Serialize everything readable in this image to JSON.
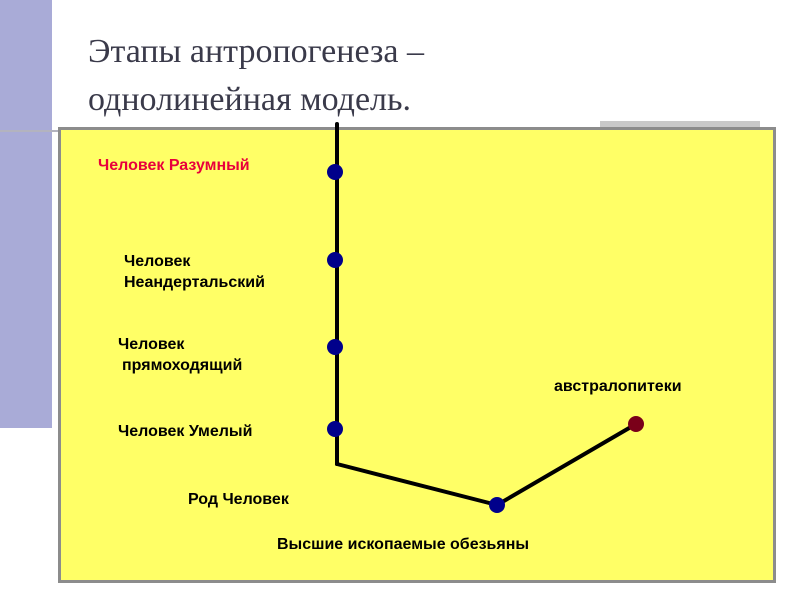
{
  "title": {
    "line1": "Этапы антропогенеза –",
    "line2": "однолинейная модель."
  },
  "colors": {
    "panel_background": "#ffff66",
    "side_bar": "#a9abd7",
    "node_primary": "#00008b",
    "node_branch": "#7a0019",
    "label_highlight": "#e8003c"
  },
  "labels": {
    "sapiens": "Человек Разумный",
    "neanderthal_1": "Человек",
    "neanderthal_2": "Неандертальский",
    "erectus_1": "Человек",
    "erectus_2": "прямоходящий",
    "habilis": "Человек Умелый",
    "homo_genus": "Род Человек",
    "australopithecus": "австралопитеки",
    "fossil_apes": "Высшие ископаемые обезьяны"
  }
}
